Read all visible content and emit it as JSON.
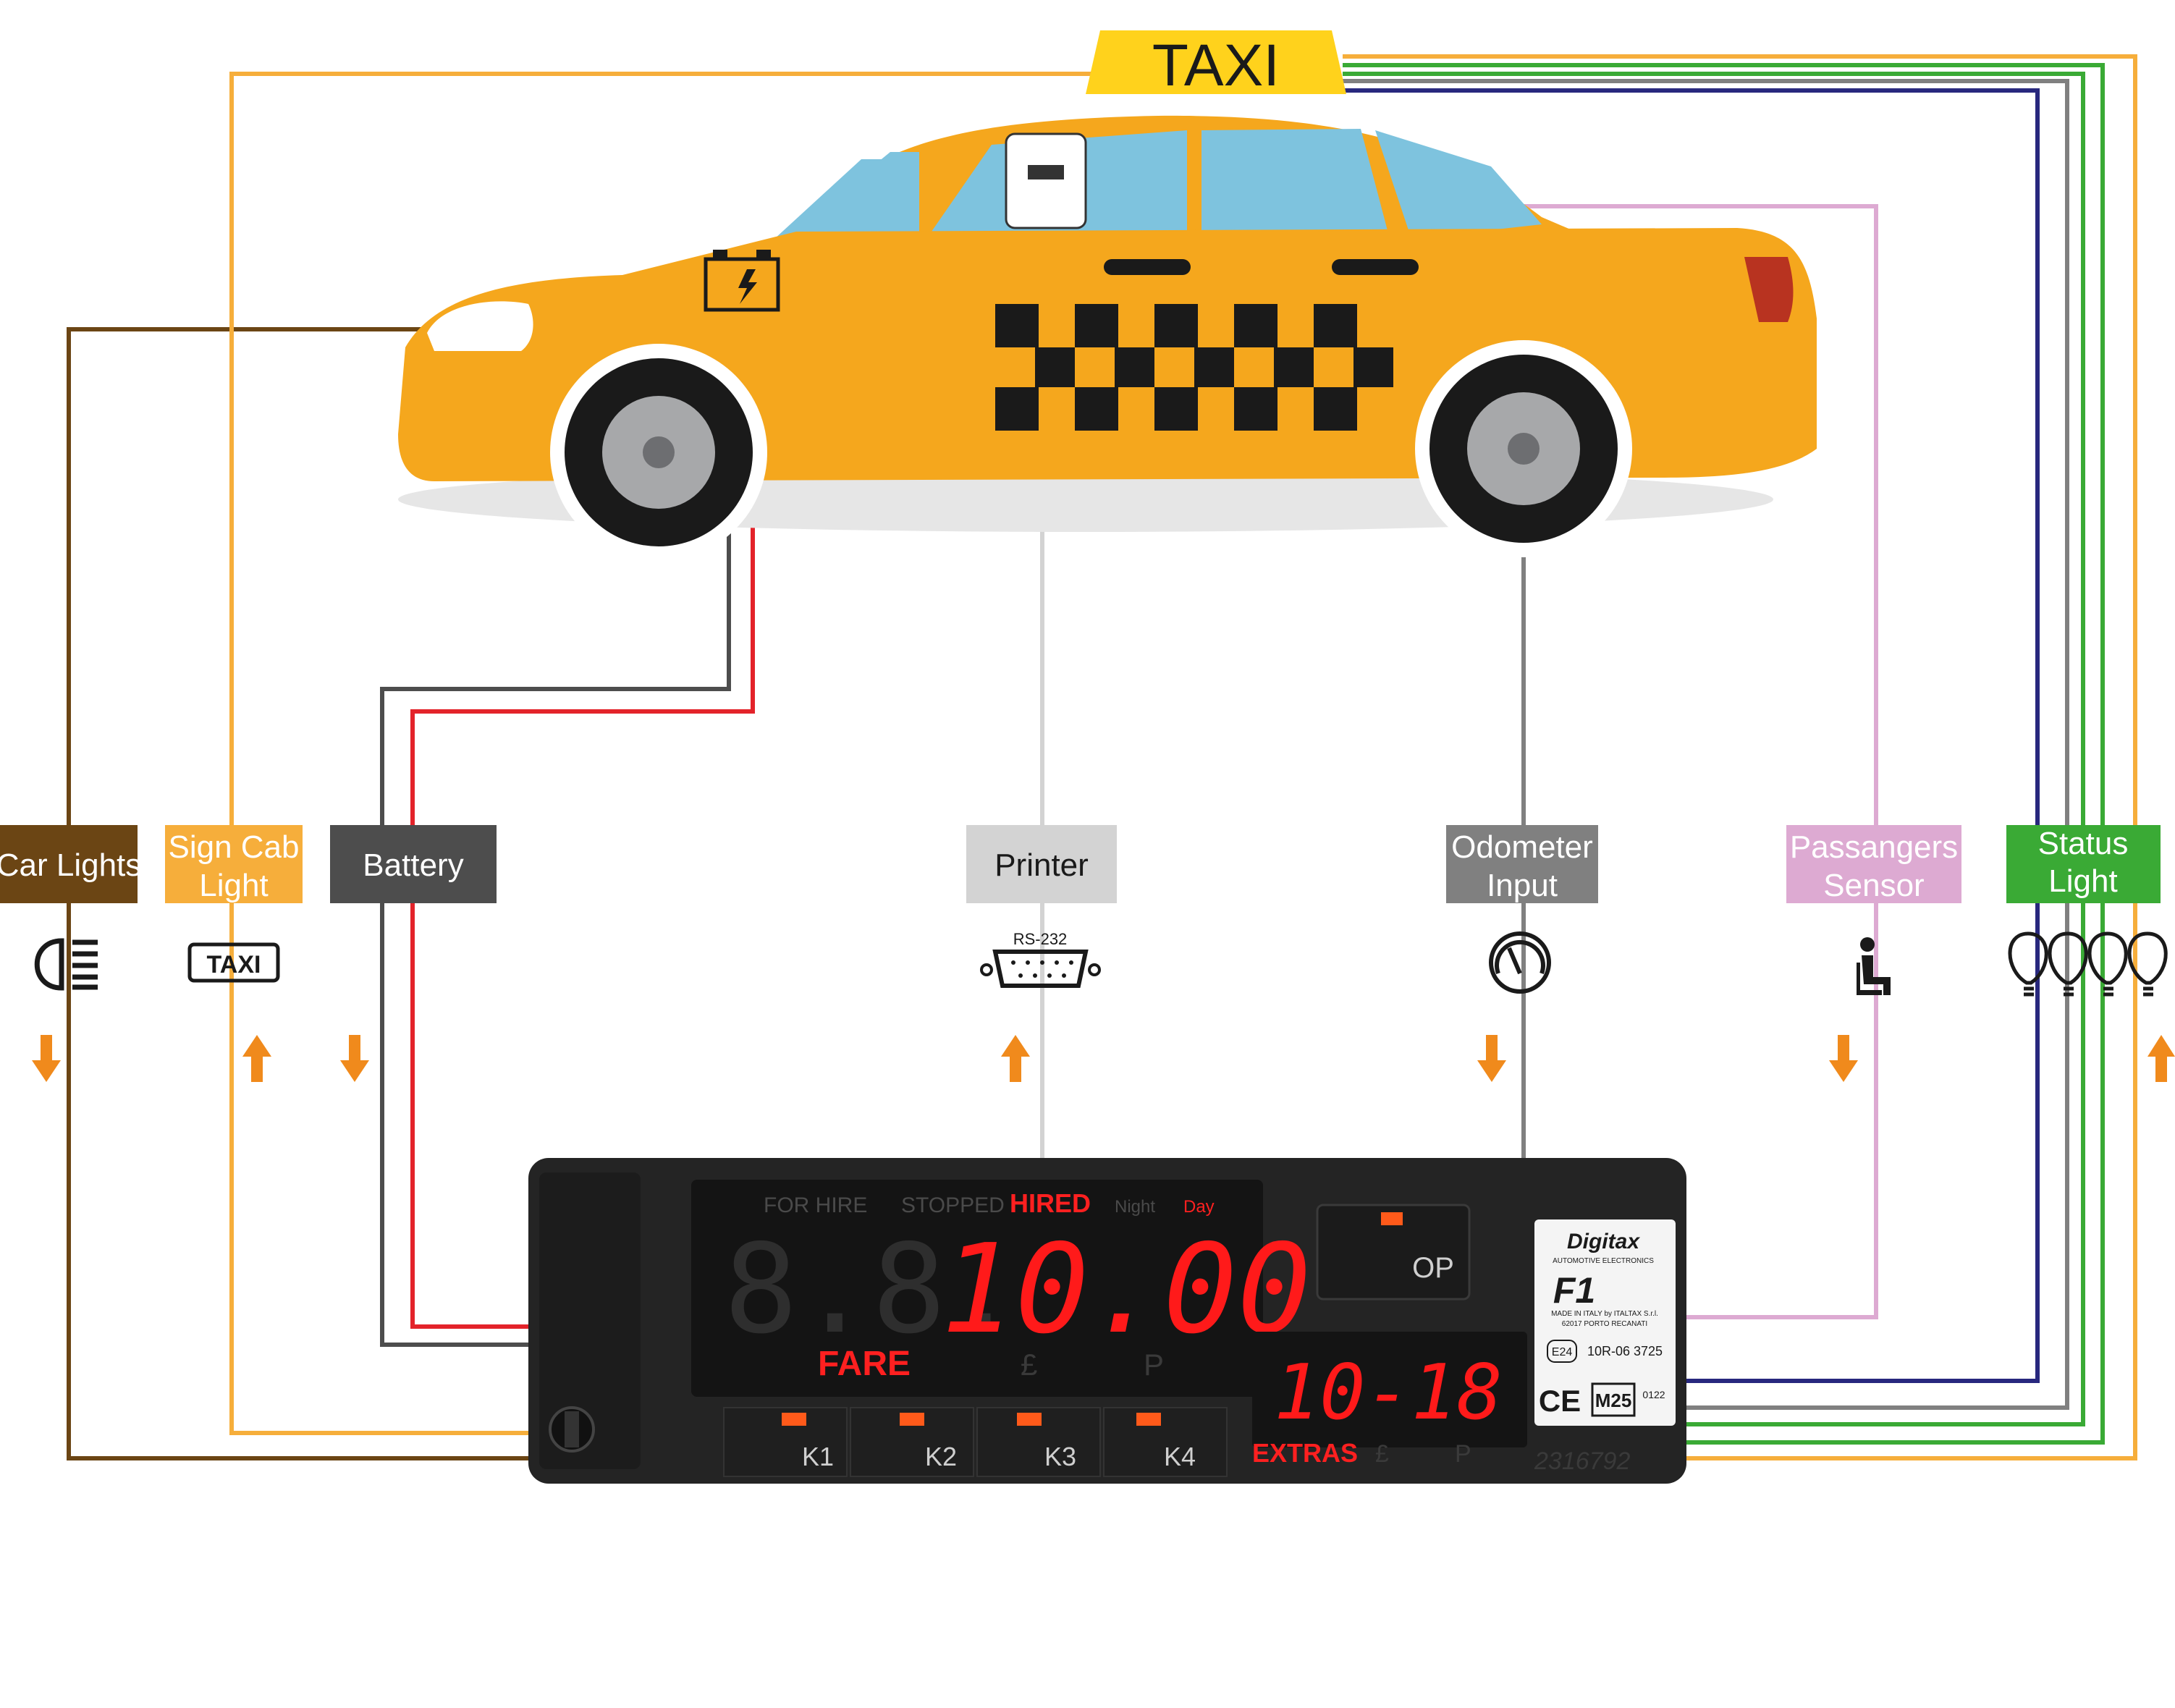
{
  "taxi_sign": "TAXI",
  "labels": {
    "car_lights": [
      "Car Lights"
    ],
    "sign_cab_light": [
      "Sign Cab",
      "Light"
    ],
    "battery": [
      "Battery"
    ],
    "printer": [
      "Printer"
    ],
    "odometer": [
      "Odometer",
      "Input"
    ],
    "passengers": [
      "Passangers",
      "Sensor"
    ],
    "status_light": [
      "Status",
      "Light"
    ]
  },
  "icons": {
    "car_lights": "headlight-icon",
    "sign_cab_light": "taxi-sign-icon",
    "sign_cab_text": "TAXI",
    "printer": "rs232-connector-icon",
    "printer_text": "RS-232",
    "odometer": "gauge-icon",
    "passengers": "seated-person-icon",
    "status_light": "bulbs-icon"
  },
  "meter": {
    "status_words": [
      "FOR HIRE",
      "STOPPED",
      "HIRED",
      "Night",
      "Day"
    ],
    "fare_value": "10.00",
    "fare_ghost": "8.8.",
    "fare_label": "FARE",
    "currency": "£",
    "p": "P",
    "op": "OP",
    "extras_value": "10-18",
    "extras_label": "EXTRAS",
    "keys": [
      "K1",
      "K2",
      "K3",
      "K4"
    ],
    "brand": "Digitax",
    "brand_sub": "AUTOMOTIVE ELECTRONICS",
    "model": "F1",
    "made_in": "MADE IN ITALY by ITALTAX S.r.l.",
    "address": "62017 PORTO RECANATI",
    "approval": "10R-06 3725",
    "e_mark": "E24",
    "ce": "CE",
    "m_mark": "M25",
    "cert": "0122",
    "serial": "2316792"
  },
  "colors": {
    "car_lights": "#6b4514",
    "sign_cab_light": "#f6ae3b",
    "battery": "#4d4d4d",
    "printer": "#d3d3d3",
    "odometer": "#808080",
    "passengers": "#ddaad2",
    "status_light": "#3aaa35",
    "arrow": "#f08a1c",
    "red_wire": "#e3232a",
    "navy_wire": "#28287e",
    "car_body": "#f5a71d"
  }
}
